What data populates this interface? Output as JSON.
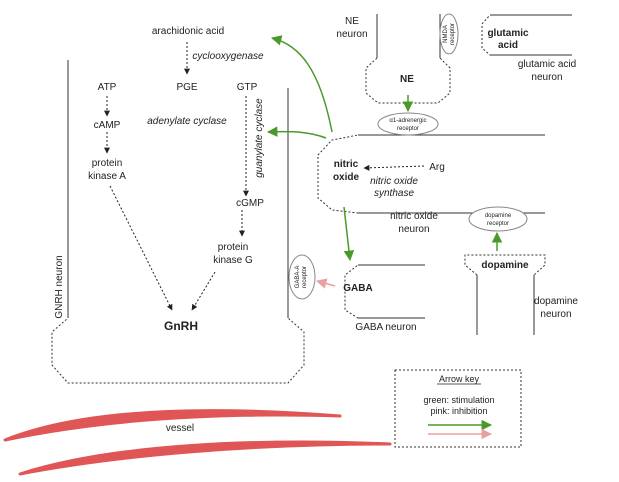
{
  "pathway": {
    "arachidonic_acid": "arachidonic acid",
    "cyclooxygenase": "cyclooxygenase",
    "pge": "PGE",
    "adenylate_cyclase": "adenylate cyclase",
    "atp": "ATP",
    "camp": "cAMP",
    "protein_kinase_a_line1": "protein",
    "protein_kinase_a_line2": "kinase A",
    "gtp": "GTP",
    "guanylate_cyclase": "guanylate cyclase",
    "cgmp": "cGMP",
    "protein_kinase_g_line1": "protein",
    "protein_kinase_g_line2": "kinase G",
    "gnrh": "GnRH",
    "gnrh_neuron": "GNRH neuron",
    "vessel": "vessel"
  },
  "neurons": {
    "ne_neuron_line1": "NE",
    "ne_neuron_line2": "neuron",
    "ne": "NE",
    "alpha1_receptor_line1": "α1-adrenergic",
    "alpha1_receptor_line2": "receptor",
    "nmda_receptor_line1": "NMDA",
    "nmda_receptor_line2": "receptor",
    "glutamic_acid_line1": "glutamic",
    "glutamic_acid_line2": "acid",
    "glutamic_acid_neuron_line1": "glutamic acid",
    "glutamic_acid_neuron_line2": "neuron",
    "nitric_oxide_line1": "nitric",
    "nitric_oxide_line2": "oxide",
    "arg": "Arg",
    "nos_line1": "nitric oxide",
    "nos_line2": "synthase",
    "nitric_oxide_neuron_line1": "nitric oxide",
    "nitric_oxide_neuron_line2": "neuron",
    "gaba_a_receptor_line1": "GABA-A",
    "gaba_a_receptor_line2": "receptor",
    "gaba": "GABA",
    "gaba_neuron": "GABA neuron",
    "dopamine_receptor_line1": "dopamine",
    "dopamine_receptor_line2": "receptor",
    "dopamine": "dopamine",
    "dopamine_neuron_line1": "dopamine",
    "dopamine_neuron_line2": "neuron"
  },
  "legend": {
    "title": "Arrow key",
    "green": "green: stimulation",
    "pink": "pink: inhibition"
  },
  "colors": {
    "stimulation": "#4a9a2a",
    "inhibition": "#e8a0a0",
    "vessel": "#e05555",
    "dotted_arrow": "#222222"
  }
}
